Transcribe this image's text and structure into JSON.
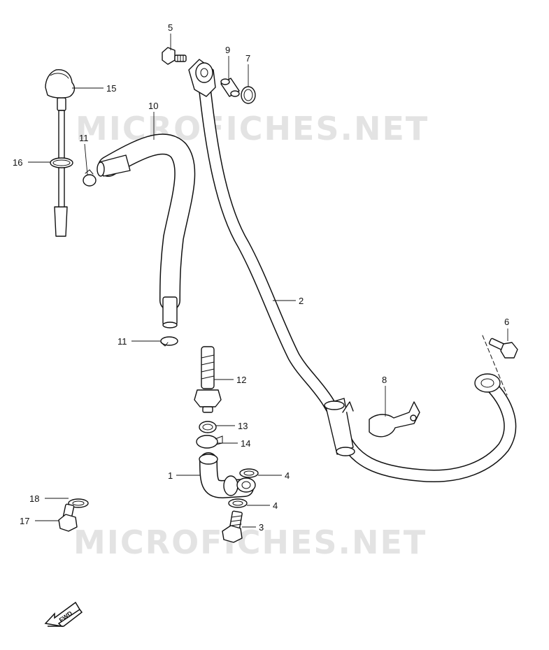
{
  "watermark": {
    "text": "MICROFICHES.NET",
    "color": "#e3e3e3"
  },
  "fwd_label": "FWD",
  "callouts": {
    "p1": "1",
    "p2": "2",
    "p3": "3",
    "p4a": "4",
    "p4b": "4",
    "p5": "5",
    "p6": "6",
    "p7": "7",
    "p8": "8",
    "p9": "9",
    "p10": "10",
    "p11a": "11",
    "p11b": "11",
    "p12": "12",
    "p13": "13",
    "p14": "14",
    "p15": "15",
    "p16": "16",
    "p17": "17",
    "p18": "18"
  }
}
